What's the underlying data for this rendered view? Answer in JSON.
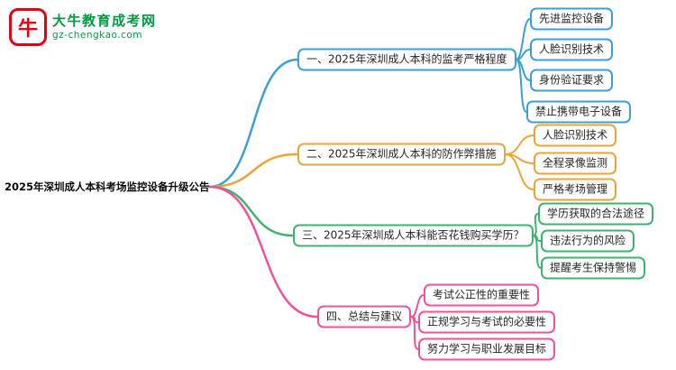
{
  "logo": {
    "icon_glyph": "牛",
    "title": "大牛教育成考网",
    "subtitle": "gz-chengkao.com",
    "brand_red": "#e60012",
    "brand_green": "#009944"
  },
  "root": {
    "label": "2025年深圳成人本科考场监控设备升级公告"
  },
  "branches": [
    {
      "label": "一、2025年深圳成人本科的监考严格程度",
      "color": "#3d9fd4",
      "children": [
        "先进监控设备",
        "人脸识别技术",
        "身份验证要求",
        "禁止携带电子设备"
      ]
    },
    {
      "label": "二、2025年深圳成人本科的防作弊措施",
      "color": "#e9a53a",
      "children": [
        "人脸识别技术",
        "全程录像监测",
        "严格考场管理"
      ]
    },
    {
      "label": "三、2025年深圳成人本科能否花钱购买学历？",
      "color": "#3eb370",
      "children": [
        "学历获取的合法途径",
        "违法行为的风险",
        "提醒考生保持警惕"
      ]
    },
    {
      "label": "四、总结与建议",
      "color": "#f0519b",
      "children": [
        "考试公正性的重要性",
        "正规学习与考试的必要性",
        "努力学习与职业发展目标"
      ]
    }
  ]
}
